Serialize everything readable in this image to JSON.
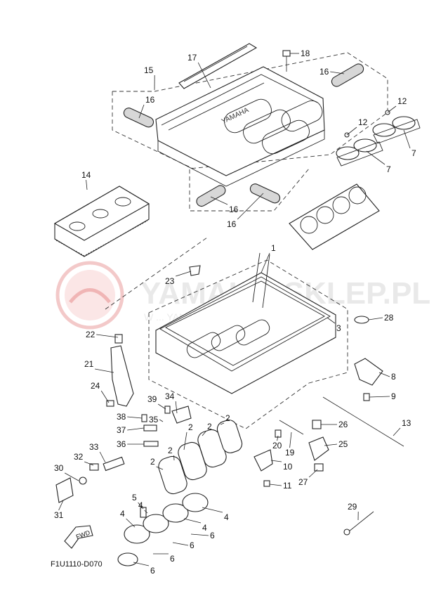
{
  "diagram_code": "F1U1110-D070",
  "watermark": {
    "brand": "YAMAHA-SKLEP.PL",
    "tagline": "W ... YAMAHA"
  },
  "fwd_label": "FWD",
  "callouts": [
    {
      "id": "c1",
      "label": "1"
    },
    {
      "id": "c2a",
      "label": "2"
    },
    {
      "id": "c2b",
      "label": "2"
    },
    {
      "id": "c2c",
      "label": "2"
    },
    {
      "id": "c2d",
      "label": "2"
    },
    {
      "id": "c2e",
      "label": "2"
    },
    {
      "id": "c3",
      "label": "3"
    },
    {
      "id": "c4a",
      "label": "4"
    },
    {
      "id": "c4b",
      "label": "4"
    },
    {
      "id": "c4c",
      "label": "4"
    },
    {
      "id": "c4d",
      "label": "4"
    },
    {
      "id": "c5",
      "label": "5"
    },
    {
      "id": "c6a",
      "label": "6"
    },
    {
      "id": "c6b",
      "label": "6"
    },
    {
      "id": "c6c",
      "label": "6"
    },
    {
      "id": "c6d",
      "label": "6"
    },
    {
      "id": "c7a",
      "label": "7"
    },
    {
      "id": "c7b",
      "label": "7"
    },
    {
      "id": "c8",
      "label": "8"
    },
    {
      "id": "c9",
      "label": "9"
    },
    {
      "id": "c10",
      "label": "10"
    },
    {
      "id": "c11",
      "label": "11"
    },
    {
      "id": "c12a",
      "label": "12"
    },
    {
      "id": "c12b",
      "label": "12"
    },
    {
      "id": "c13",
      "label": "13"
    },
    {
      "id": "c14",
      "label": "14"
    },
    {
      "id": "c15",
      "label": "15"
    },
    {
      "id": "c16a",
      "label": "16"
    },
    {
      "id": "c16b",
      "label": "16"
    },
    {
      "id": "c16c",
      "label": "16"
    },
    {
      "id": "c16d",
      "label": "16"
    },
    {
      "id": "c17",
      "label": "17"
    },
    {
      "id": "c18",
      "label": "18"
    },
    {
      "id": "c19",
      "label": "19"
    },
    {
      "id": "c20",
      "label": "20"
    },
    {
      "id": "c21",
      "label": "21"
    },
    {
      "id": "c22",
      "label": "22"
    },
    {
      "id": "c23",
      "label": "23"
    },
    {
      "id": "c24",
      "label": "24"
    },
    {
      "id": "c25",
      "label": "25"
    },
    {
      "id": "c26",
      "label": "26"
    },
    {
      "id": "c27",
      "label": "27"
    },
    {
      "id": "c28",
      "label": "28"
    },
    {
      "id": "c29",
      "label": "29"
    },
    {
      "id": "c30",
      "label": "30"
    },
    {
      "id": "c31",
      "label": "31"
    },
    {
      "id": "c32",
      "label": "32"
    },
    {
      "id": "c33",
      "label": "33"
    },
    {
      "id": "c34",
      "label": "34"
    },
    {
      "id": "c35",
      "label": "35"
    },
    {
      "id": "c36",
      "label": "36"
    },
    {
      "id": "c37",
      "label": "37"
    },
    {
      "id": "c38",
      "label": "38"
    },
    {
      "id": "c39",
      "label": "39"
    }
  ]
}
